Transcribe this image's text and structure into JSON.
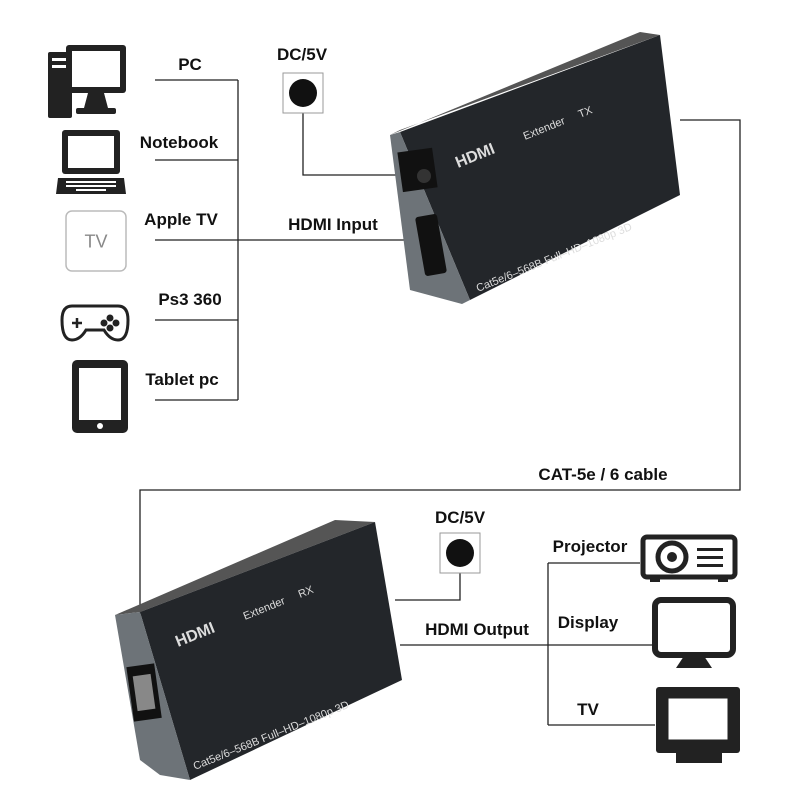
{
  "sources": {
    "items": [
      {
        "label": "PC",
        "icon": "desktop-pc-icon"
      },
      {
        "label": "Notebook",
        "icon": "laptop-icon"
      },
      {
        "label": "Apple TV",
        "icon": "apple-tv-icon",
        "icon_text": "TV"
      },
      {
        "label": "Ps3 360",
        "icon": "gamepad-icon"
      },
      {
        "label": "Tablet pc",
        "icon": "tablet-icon"
      }
    ]
  },
  "tx": {
    "power_label": "DC/5V",
    "input_label": "HDMI Input",
    "logo": "HDMI",
    "name": "Extender",
    "role": "TX",
    "spec": "Cat5e/6–568B Full–HD–1080p 3D"
  },
  "cable_label": "CAT-5e / 6 cable",
  "rx": {
    "power_label": "DC/5V",
    "output_label": "HDMI Output",
    "logo": "HDMI",
    "name": "Extender",
    "role": "RX",
    "spec": "Cat5e/6–568B Full–HD–1080p 3D"
  },
  "displays": {
    "items": [
      {
        "label": "Projector",
        "icon": "projector-icon"
      },
      {
        "label": "Display",
        "icon": "monitor-icon"
      },
      {
        "label": "TV",
        "icon": "tv-icon"
      }
    ]
  }
}
